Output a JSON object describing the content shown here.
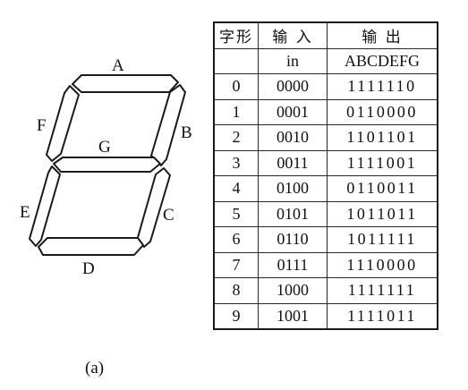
{
  "segments": {
    "a": "A",
    "b": "B",
    "c": "C",
    "d": "D",
    "e": "E",
    "f": "F",
    "g": "G"
  },
  "table": {
    "headers": [
      "字形",
      "输 入",
      "输 出"
    ],
    "subheaders": [
      "",
      "in",
      "ABCDEFG"
    ],
    "rows": [
      [
        "0",
        "0000",
        "1111110"
      ],
      [
        "1",
        "0001",
        "0110000"
      ],
      [
        "2",
        "0010",
        "1101101"
      ],
      [
        "3",
        "0011",
        "1111001"
      ],
      [
        "4",
        "0100",
        "0110011"
      ],
      [
        "5",
        "0101",
        "1011011"
      ],
      [
        "6",
        "0110",
        "1011111"
      ],
      [
        "7",
        "0111",
        "1110000"
      ],
      [
        "8",
        "1000",
        "1111111"
      ],
      [
        "9",
        "1001",
        "1111011"
      ]
    ]
  },
  "caption": "(a)"
}
